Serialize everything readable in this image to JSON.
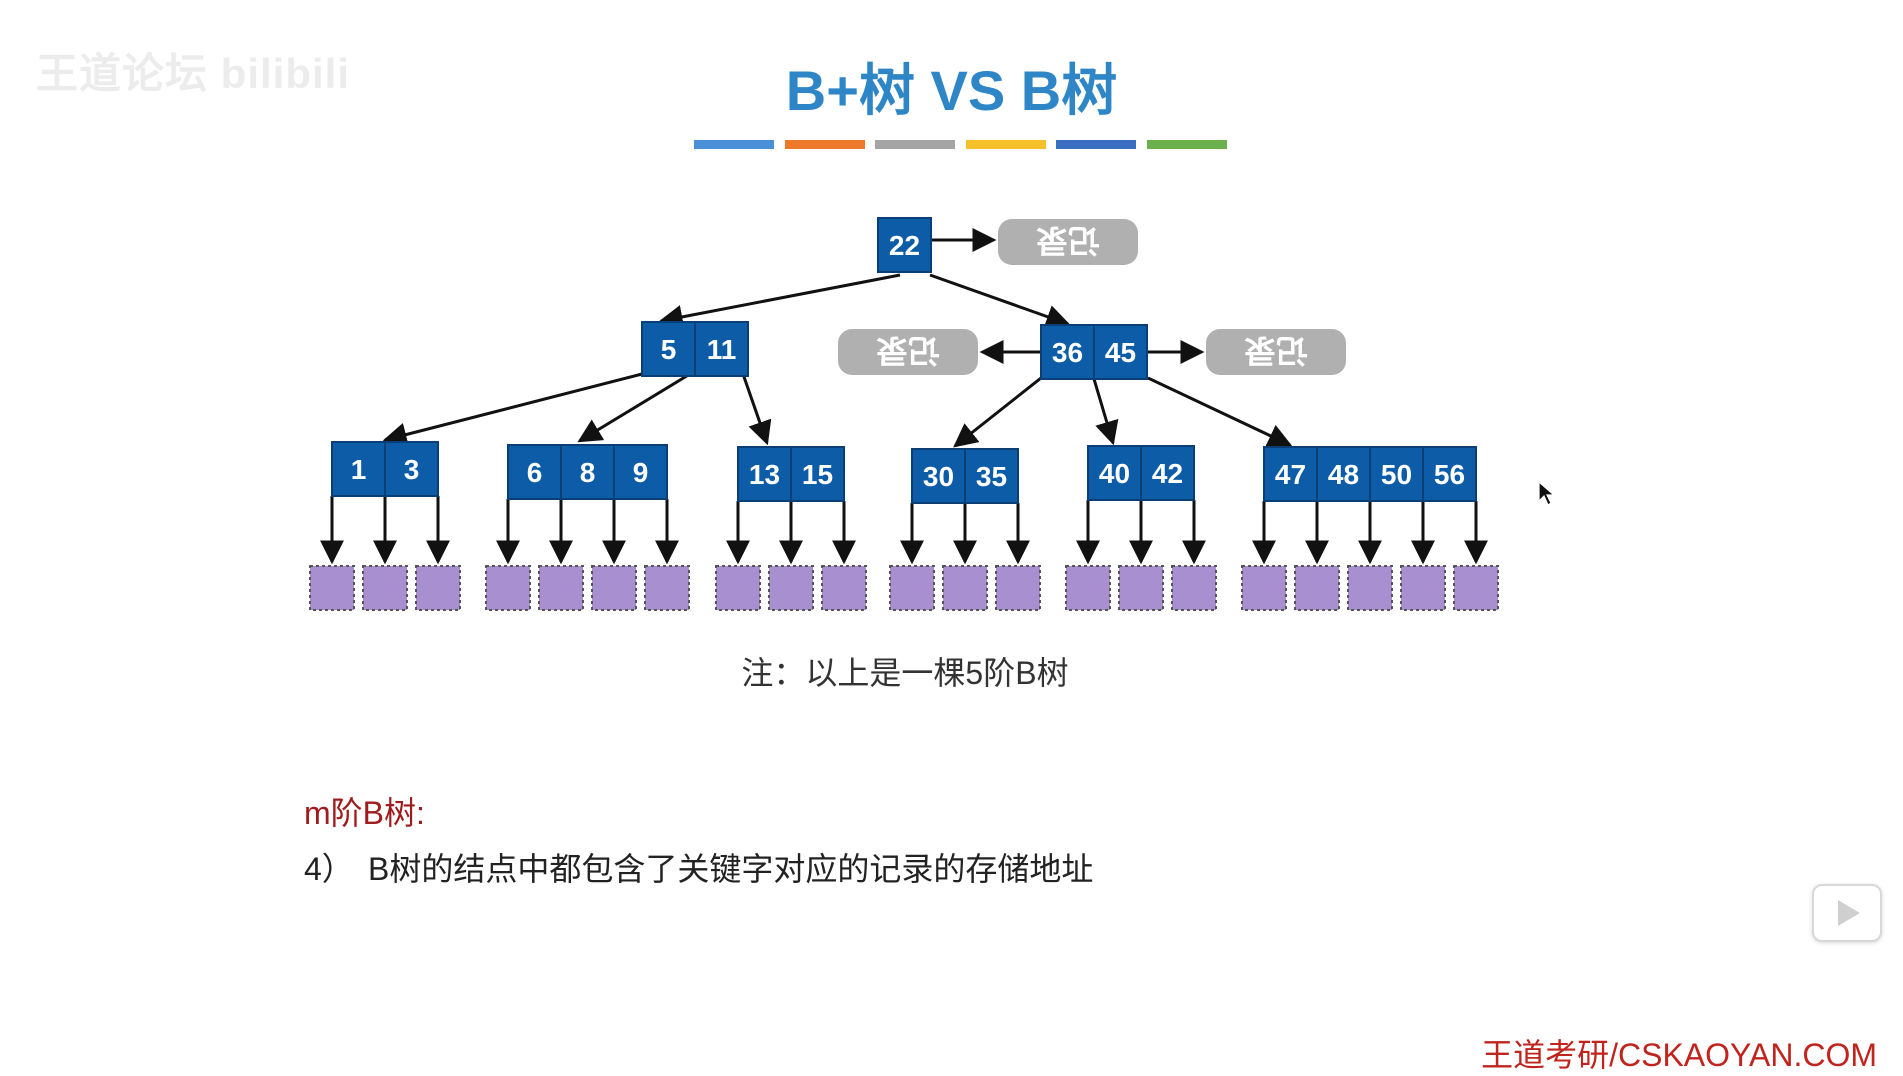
{
  "watermark": "王道论坛 bilibili",
  "title": "B+树 VS B树",
  "title_color": "#2e86c6",
  "color_bar": [
    "#4a90d9",
    "#ec7a2a",
    "#a5a5a5",
    "#f5c02a",
    "#3b6fc4",
    "#6ab04c"
  ],
  "node_color": "#0d5ca8",
  "record_color": "#b0b0b0",
  "record_label": "记录",
  "leaf_block_color": "#a88fd0",
  "tree": {
    "root": [
      "22"
    ],
    "level2": [
      [
        "5",
        "11"
      ],
      [
        "36",
        "45"
      ]
    ],
    "leaves": [
      [
        "1",
        "3"
      ],
      [
        "6",
        "8",
        "9"
      ],
      [
        "13",
        "15"
      ],
      [
        "30",
        "35"
      ],
      [
        "40",
        "42"
      ],
      [
        "47",
        "48",
        "50",
        "56"
      ]
    ]
  },
  "note": "注：以上是一棵5阶B树",
  "m_heading": "m阶B树:",
  "item": {
    "num": "4）",
    "text": "B树的结点中都包含了关键字对应的记录的存储地址"
  },
  "brand": "王道考研/CSKAOYAN.COM"
}
